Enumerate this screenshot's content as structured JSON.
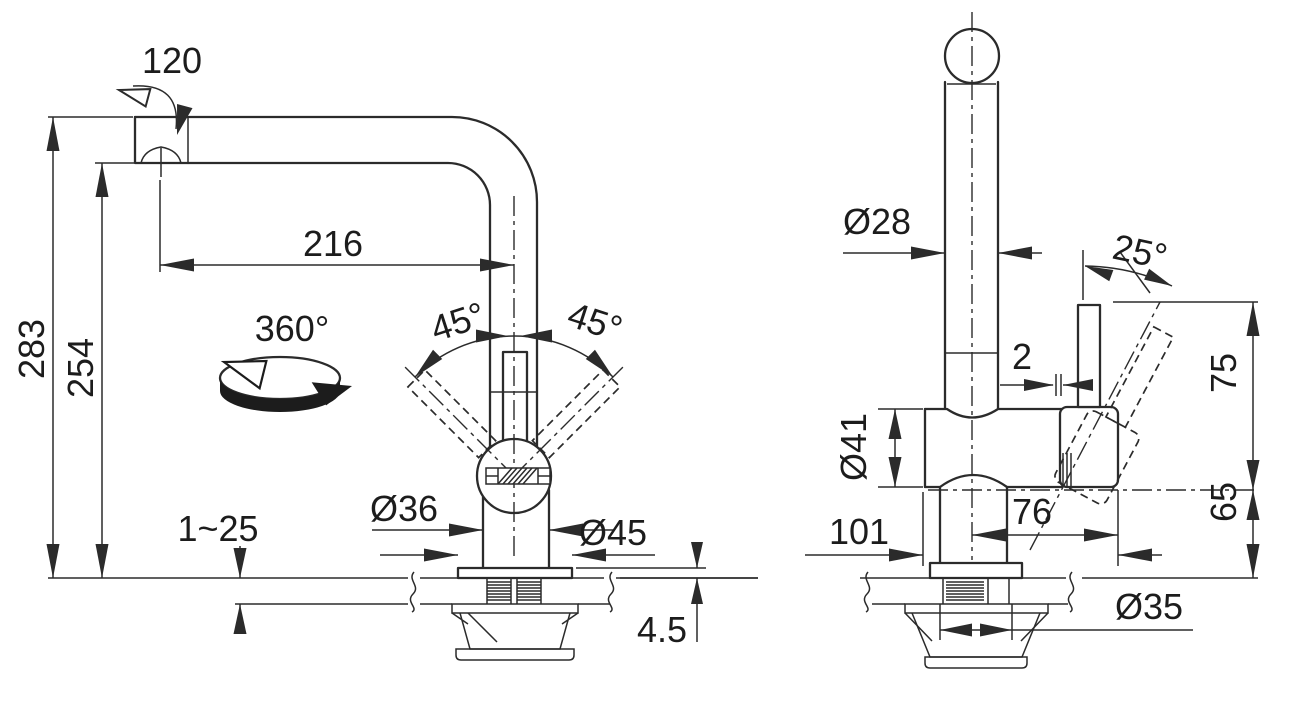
{
  "drawing": {
    "type": "kitchen-faucet installation dimension drawing",
    "colors": {
      "line": "#2b2b2b",
      "text": "#1c1c1c",
      "background": "#ffffff"
    },
    "dims": {
      "left": {
        "swivel_angle": "120",
        "spout_reach": "216",
        "total_height": "283",
        "spout_height": "254",
        "swivel_range": "360°",
        "lever_left_angle": "45°",
        "lever_right_angle": "45°",
        "column_diameter": "Ø36",
        "flange_diameter": "Ø45",
        "deck_thickness_range": "1~25",
        "flange_plate_thickness": "4.5"
      },
      "right": {
        "tube_diameter": "Ø28",
        "lever_tilt_angle": "25°",
        "lever_gap": "2",
        "lever_height_above_axis": "75",
        "body_diameter": "Ø41",
        "axis_height_above_deck": "65",
        "body_depth": "101",
        "handle_reach": "76",
        "tailpiece_diameter": "Ø35"
      }
    }
  }
}
